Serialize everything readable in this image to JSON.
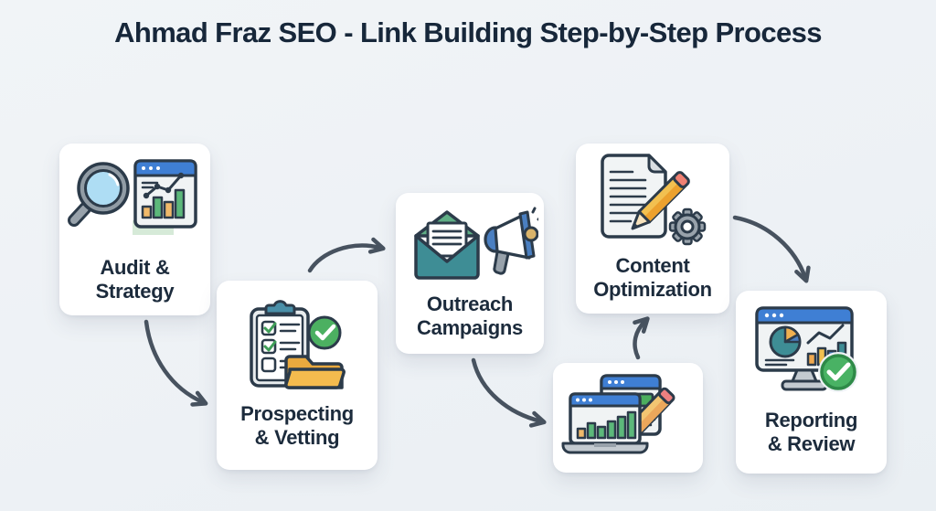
{
  "title": "Ahmad Fraz SEO - Link Building Step-by-Step Process",
  "colors": {
    "background": "#edf1f5",
    "card": "#ffffff",
    "title_text": "#17273a",
    "label_text": "#1c2b3c",
    "arrow": "#47525f",
    "outline_dark": "#2c3b4a",
    "accent_blue": "#3f7fd4",
    "accent_teal": "#3e8d95",
    "accent_green": "#4cae5e",
    "accent_orange": "#f0a94f",
    "accent_yellow": "#f2c572",
    "accent_pink": "#ee8080",
    "lens_blue": "#aeddf4",
    "watermark_green": "#d6ead8"
  },
  "steps": [
    {
      "label": "Audit &\nStrategy",
      "icon": "magnifier-analytics-icon"
    },
    {
      "label": "Prospecting\n& Vetting",
      "icon": "clipboard-checklist-folder-icon"
    },
    {
      "label": "Outreach\nCampaigns",
      "icon": "envelope-megaphone-icon"
    },
    {
      "icon": "laptop-chart-pencil-icon"
    },
    {
      "label": "Content\nOptimization",
      "icon": "document-pencil-gear-icon"
    },
    {
      "label": "Reporting\n& Review",
      "icon": "monitor-report-check-icon"
    }
  ]
}
